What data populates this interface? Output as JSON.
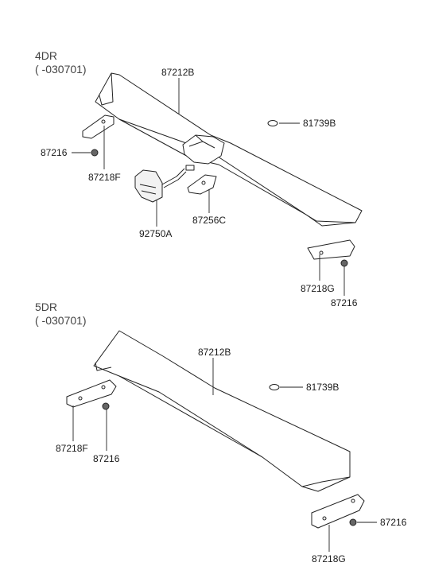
{
  "sections": [
    {
      "variant": "4DR",
      "range": "( -030701)"
    },
    {
      "variant": "5DR",
      "range": "( -030701)"
    }
  ],
  "parts_4dr": {
    "spoiler": "87212B",
    "grommet": "81739B",
    "clip_left": "87216",
    "bracket_left": "87218F",
    "lamp": "92750A",
    "pad": "87256C",
    "bracket_right": "87218G",
    "clip_right": "87216"
  },
  "parts_5dr": {
    "spoiler": "87212B",
    "grommet": "81739B",
    "bracket_left": "87218F",
    "clip_left": "87216",
    "clip_right": "87216",
    "bracket_right": "87218G"
  }
}
